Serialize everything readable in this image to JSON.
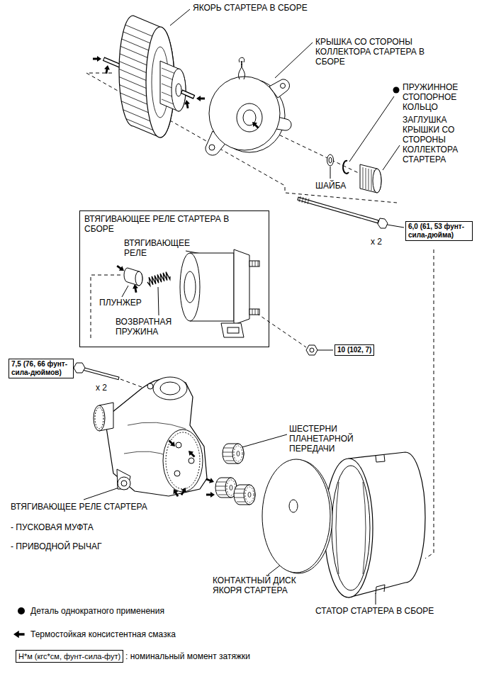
{
  "diagram": {
    "nodes": [
      {
        "text": [
          "ВТЯГИВАЮЩЕЕ РЕЛЕ СТАРТЕРА В СБОРЕ"
        ]
      },
      {
        "text": [
          "6,0 (61, 53 фунт-сила-дюйма)"
        ]
      },
      {
        "text": [
          "10 (102, 7)"
        ]
      },
      {
        "text": [
          "7,5 (76, 66 фунт-сила-дюймов)"
        ]
      },
      {
        "text": [
          "Н*м (кгс*см, фунт-сила-фут)"
        ]
      }
    ],
    "labels": [
      "ЯКОРЬ СТАРТЕРА В СБОРЕ",
      "КРЫШКА СО СТОРОНЫ КОЛЛЕКТОРА СТАРТЕРА В СБОРЕ",
      "ПРУЖИННОЕ СТОПОРНОЕ КОЛЬЦО",
      "ЗАГЛУШКА КРЫШКИ СО СТОРОНЫ КОЛЛЕКТОРА СТАРТЕРА",
      "ШАЙБА",
      "x 2",
      "ВТЯГИВАЮЩЕЕ РЕЛЕ",
      "ПЛУНЖЕР",
      "ВОЗВРАТНАЯ ПРУЖИНА",
      "x 2",
      "ШЕСТЕРНИ ПЛАНЕТАРНОЙ ПЕРЕДАЧИ",
      "ВТЯГИВАЮЩЕЕ РЕЛЕ СТАРТЕРА",
      "- ПУСКОВАЯ МУФТА",
      "- ПРИВОДНОЙ РЫЧАГ",
      "КОНТАКТНЫЙ ДИСК ЯКОРЯ СТАРТЕРА",
      "СТАТОР СТАРТЕРА В СБОРЕ"
    ],
    "legend": [
      {
        "text": "Деталь однократного применения"
      },
      {
        "text": "Термостойкая консистентная смазка"
      },
      {
        "text": ": номинальный момент затяжки"
      }
    ]
  }
}
